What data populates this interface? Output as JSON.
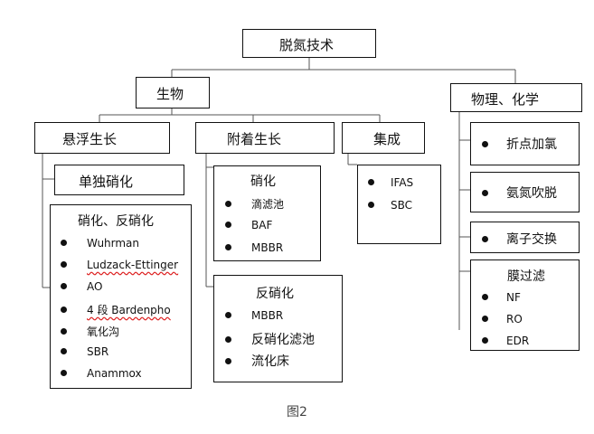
{
  "root": "脱氮技术",
  "biological": {
    "label": "生物",
    "suspended": {
      "label": "悬浮生长",
      "single_nitrification": "单独硝化",
      "nitr_denitr": {
        "title": "硝化、反硝化",
        "items": [
          "Wuhrman",
          "Ludzack-Ettinger",
          "AO",
          "4 段 Bardenpho",
          "氧化沟",
          "SBR",
          "Anammox"
        ]
      }
    },
    "attached": {
      "label": "附着生长",
      "nitrification": {
        "title": "硝化",
        "items": [
          "滴滤池",
          "BAF",
          "MBBR"
        ]
      },
      "denitrification": {
        "title": "反硝化",
        "items": [
          "MBBR",
          "反硝化滤池",
          "流化床"
        ]
      }
    },
    "integrated": {
      "label": "集成",
      "items": [
        "IFAS",
        "SBC"
      ]
    }
  },
  "physchem": {
    "label": "物理、化学",
    "items": [
      "折点加氯",
      "氨氮吹脱",
      "离子交换"
    ],
    "membrane": {
      "title": "膜过滤",
      "items": [
        "NF",
        "RO",
        "EDR"
      ]
    }
  },
  "caption": "图2",
  "return_mark": "↵"
}
